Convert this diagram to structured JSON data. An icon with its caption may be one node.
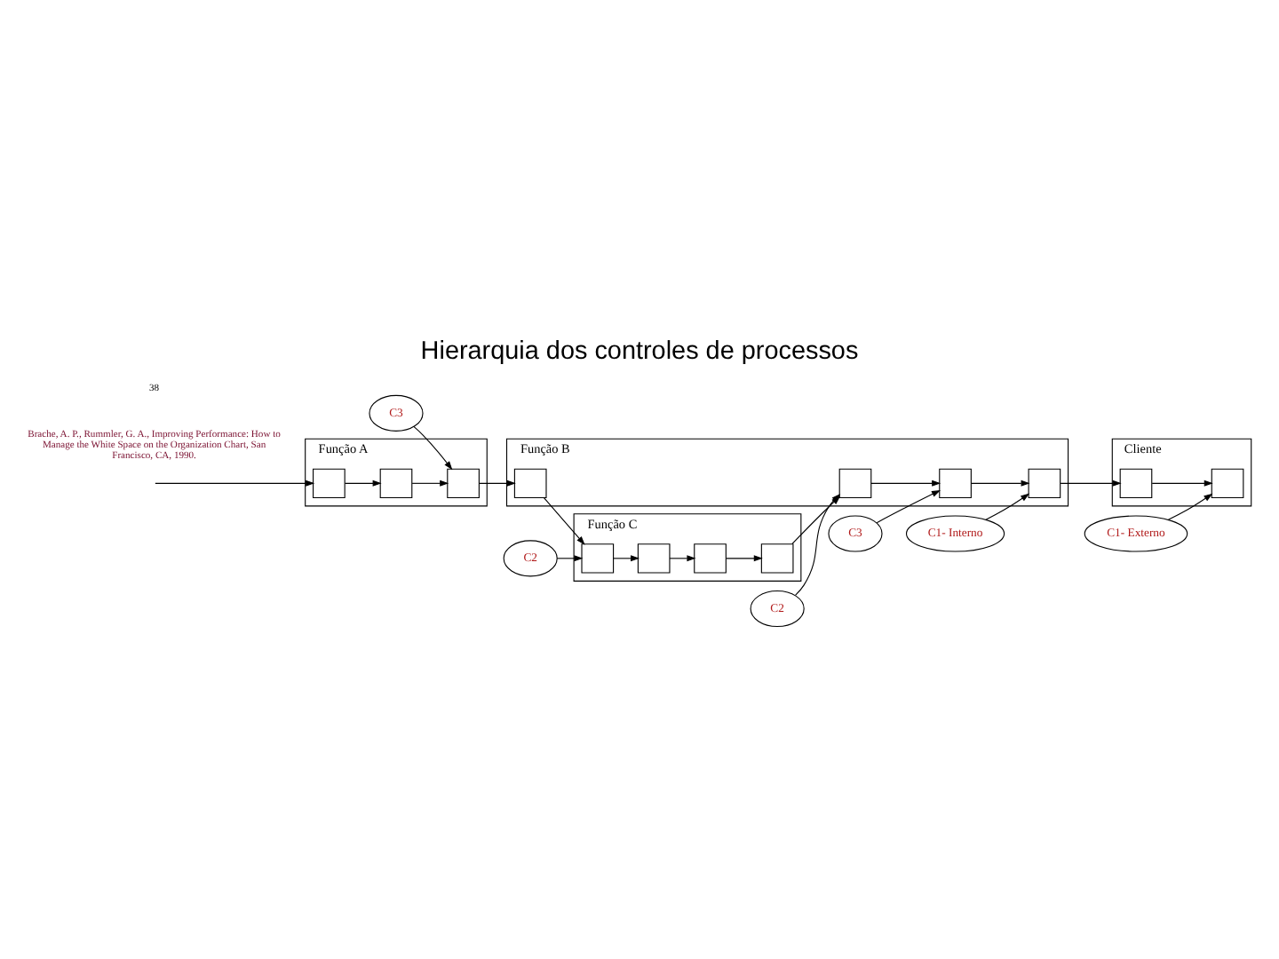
{
  "diagram": {
    "title": "Hierarquia dos controles de processos",
    "nodes": [
      {
        "text": [
          "C3"
        ]
      },
      {
        "text": [
          "C2"
        ]
      },
      {
        "text": [
          "C2"
        ]
      },
      {
        "text": [
          "C3"
        ]
      },
      {
        "text": [
          "C1- Interno"
        ]
      },
      {
        "text": [
          "C1- Externo"
        ]
      },
      {
        "text": [
          "Cliente"
        ]
      },
      {
        "text": [],
        "shape": "box",
        "in": 6
      },
      {
        "text": [],
        "shape": "box",
        "in": 6
      },
      {
        "text": [
          "Função A"
        ]
      },
      {
        "text": [],
        "shape": "box",
        "in": 9
      },
      {
        "text": [],
        "shape": "box",
        "in": 9
      },
      {
        "text": [],
        "shape": "box",
        "in": 9
      },
      {
        "text": [
          "Função B"
        ]
      },
      {
        "text": [],
        "shape": "box",
        "in": 13
      },
      {
        "text": [],
        "shape": "box",
        "in": 13
      },
      {
        "text": [],
        "shape": "box",
        "in": 13
      },
      {
        "text": [],
        "shape": "box",
        "in": 13
      },
      {
        "text": [
          "Função C"
        ]
      },
      {
        "text": [],
        "shape": "box",
        "in": 18
      },
      {
        "text": [],
        "shape": "box",
        "in": 18
      },
      {
        "text": [],
        "shape": "box",
        "in": 18
      },
      {
        "text": [],
        "shape": "box",
        "in": 18
      }
    ],
    "edges": [
      {
        "from": null,
        "to": 10,
        "arrow": "to"
      },
      {
        "from": 10,
        "to": 11,
        "arrow": "to"
      },
      {
        "from": 11,
        "to": 12,
        "arrow": "to"
      },
      {
        "from": 0,
        "to": 12,
        "arrow": "to"
      },
      {
        "from": 12,
        "to": 14,
        "arrow": "to"
      },
      {
        "from": 1,
        "to": 19,
        "arrow": "to"
      },
      {
        "from": 14,
        "to": 19,
        "arrow": "to"
      },
      {
        "from": 19,
        "to": 20,
        "arrow": "to"
      },
      {
        "from": 20,
        "to": 21,
        "arrow": "to"
      },
      {
        "from": 21,
        "to": 22,
        "arrow": "to"
      },
      {
        "from": 22,
        "to": 15,
        "arrow": "to"
      },
      {
        "from": 2,
        "to": 15,
        "arrow": "to"
      },
      {
        "from": 15,
        "to": 16,
        "arrow": "to"
      },
      {
        "from": 16,
        "to": 17,
        "arrow": "to"
      },
      {
        "from": 3,
        "to": 16,
        "arrow": "to"
      },
      {
        "from": 4,
        "to": 17,
        "arrow": "to"
      },
      {
        "from": 17,
        "to": 7,
        "arrow": "to"
      },
      {
        "from": 7,
        "to": 8,
        "arrow": "to"
      },
      {
        "from": 5,
        "to": 8,
        "arrow": "to"
      }
    ],
    "labels": [
      "Brache, A. P., Rummler, G. A., Improving Performance: How to Manage the White Space on the Organization Chart, San Francisco, CA, 1990.",
      "38"
    ]
  }
}
